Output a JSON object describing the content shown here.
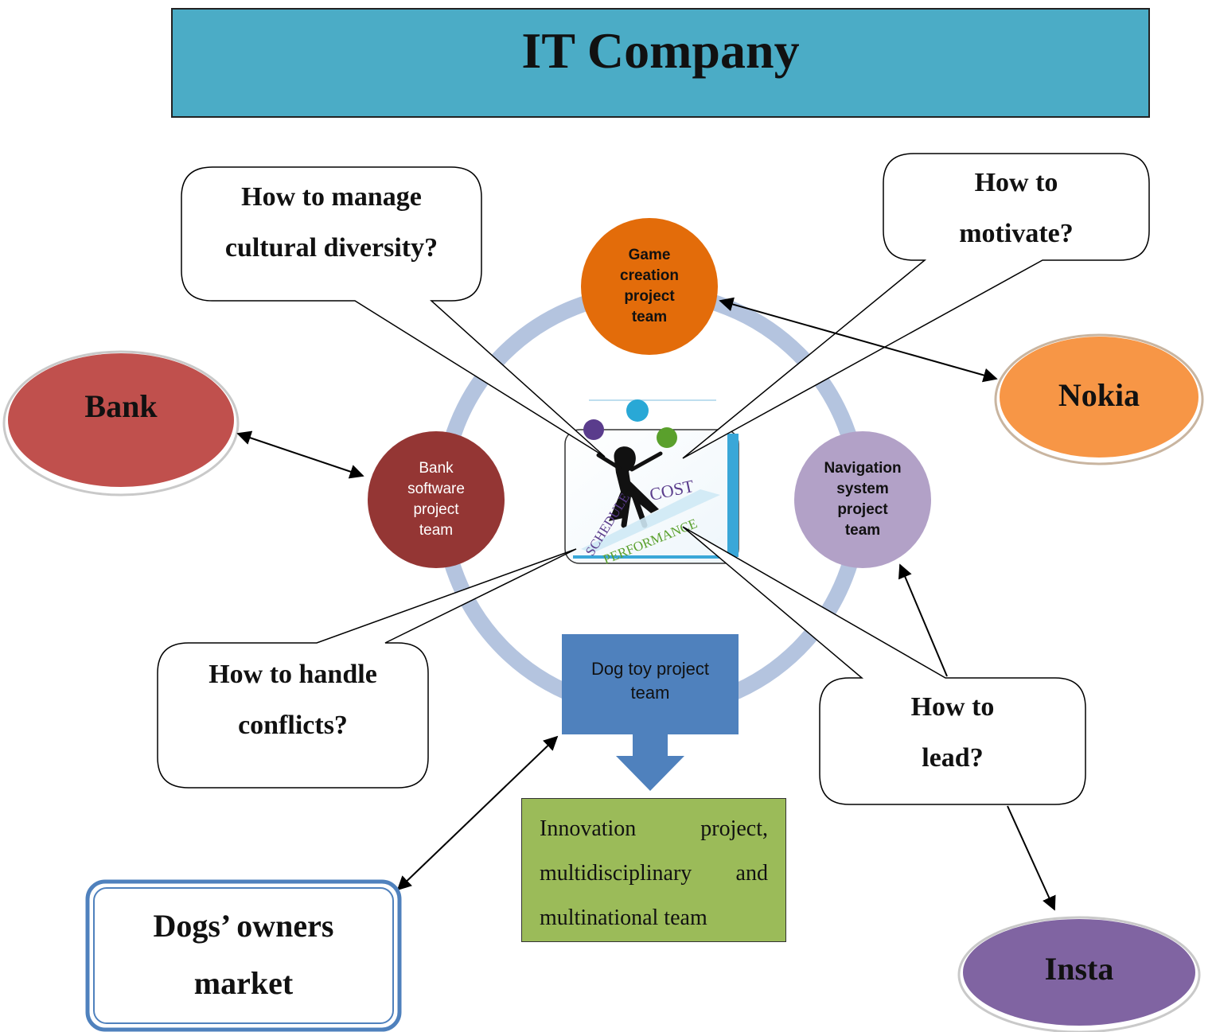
{
  "title": "IT Company",
  "teams": {
    "game": [
      "Game",
      "creation",
      "project",
      "team"
    ],
    "bank": [
      "Bank",
      "software",
      "project",
      "team"
    ],
    "navigation": [
      "Navigation",
      "system",
      "project",
      "team"
    ],
    "dog_toy": [
      "Dog toy project",
      "team"
    ]
  },
  "external": {
    "bank": "Bank",
    "nokia": "Nokia",
    "insta": "Insta",
    "dogs_owners": [
      "Dogs’ owners",
      "market"
    ]
  },
  "callouts": {
    "cultural": [
      "How to manage",
      "cultural diversity?"
    ],
    "motivate": [
      "How to",
      "motivate?"
    ],
    "conflicts": [
      "How to handle",
      "conflicts?"
    ],
    "lead": [
      "How to",
      "lead?"
    ]
  },
  "innovation": "Innovation project, multidisciplinary and multinational team",
  "center_graphic": {
    "words": [
      "COST",
      "SCHEDULE",
      "PERFORMANCE"
    ]
  },
  "colors": {
    "title_bg": "#4bacc6",
    "ring": "#b4c4df",
    "game": "#e36c0a",
    "bank_team": "#943634",
    "navigation": "#b2a1c7",
    "dog_toy": "#4f81bd",
    "bank_ext": "#c0504d",
    "nokia": "#f79646",
    "insta": "#8064a2",
    "innovation": "#9bbb59"
  }
}
